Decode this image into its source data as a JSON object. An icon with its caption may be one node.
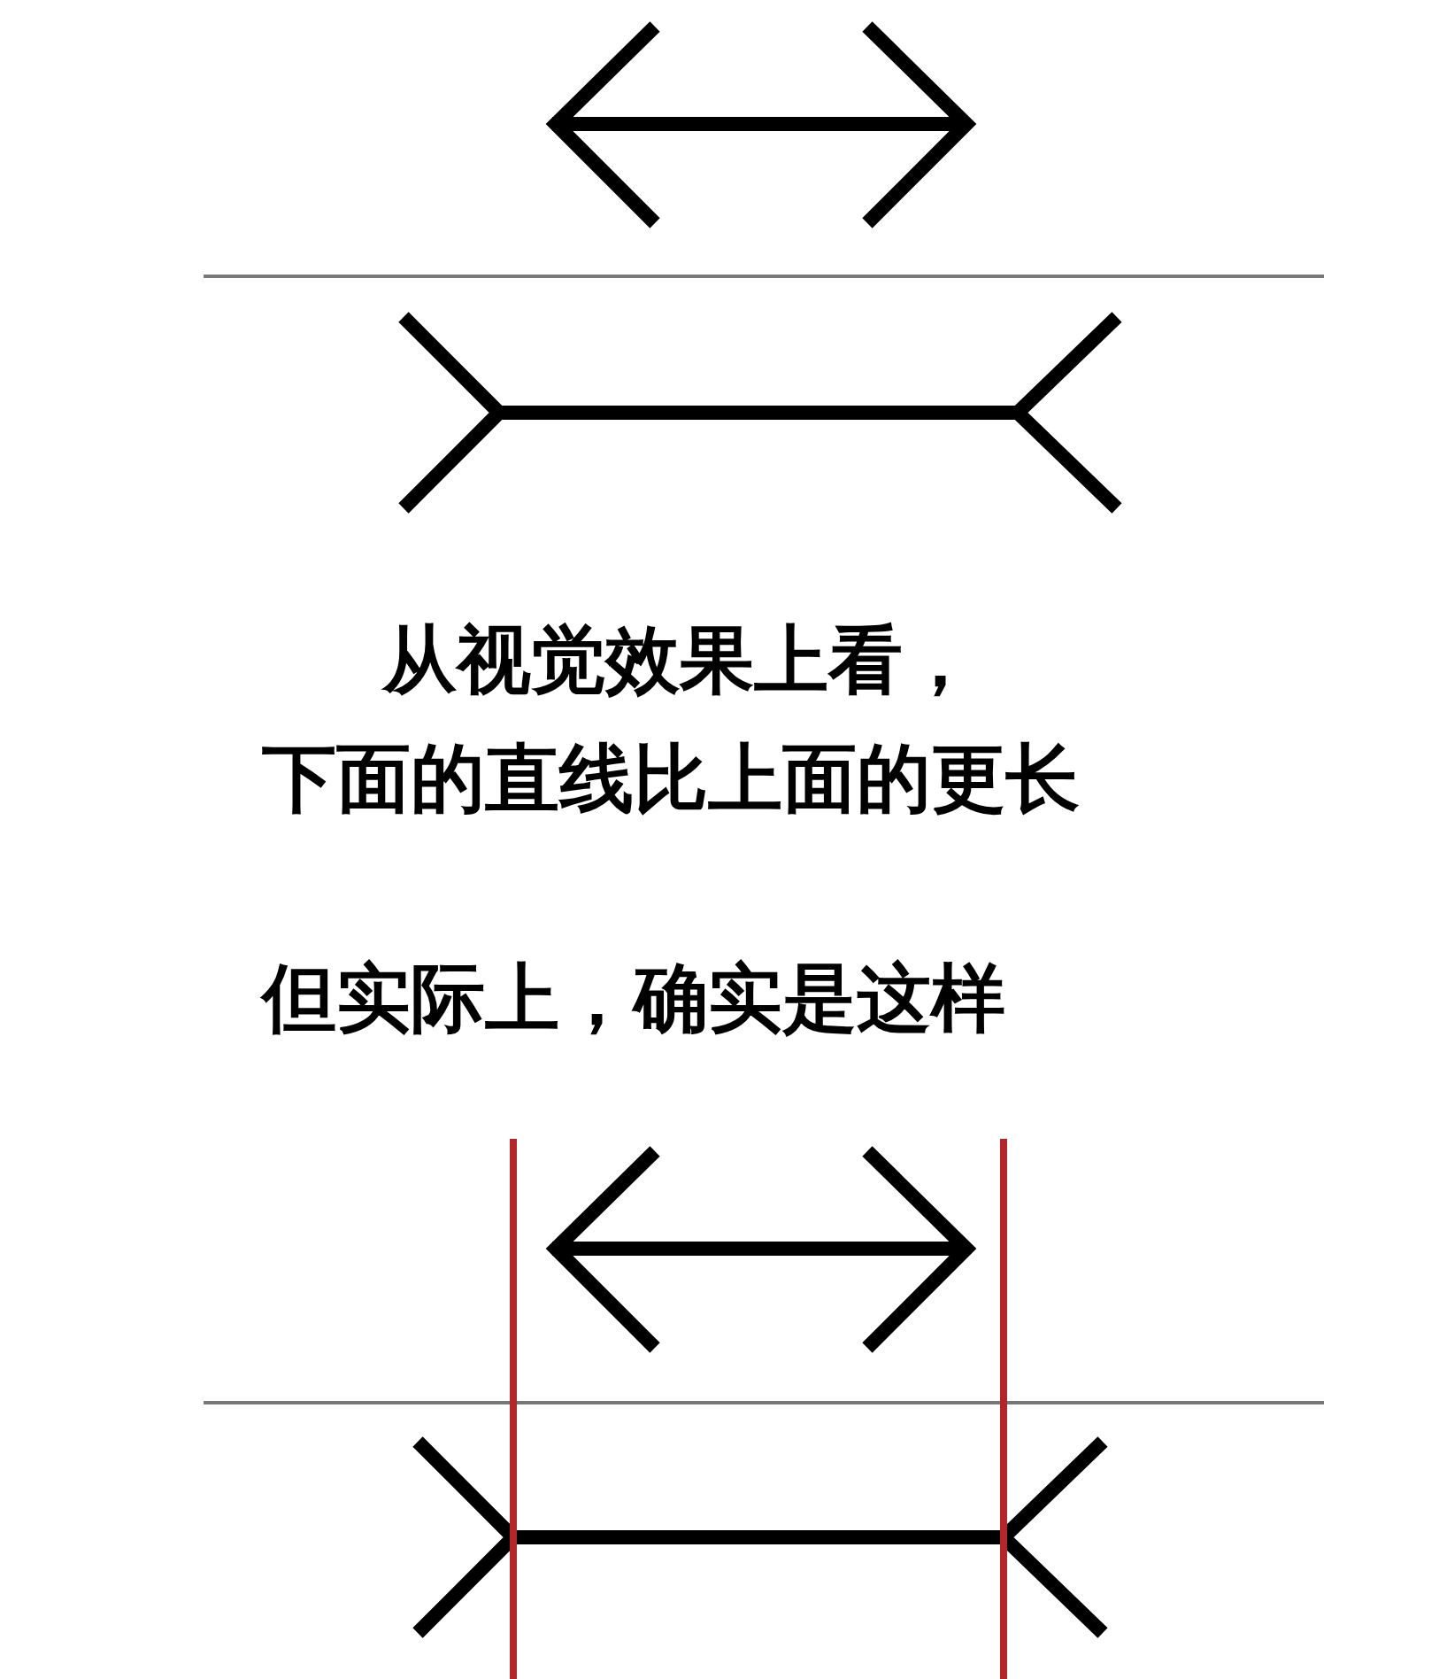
{
  "diagram": {
    "labels": [
      "从视觉效果上看，",
      "下面的直线比上面的更长",
      "但实际上，确实是这样"
    ]
  }
}
